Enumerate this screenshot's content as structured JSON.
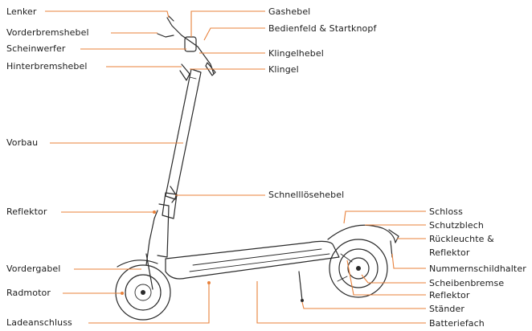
{
  "colors": {
    "leader": "#e8803a",
    "ink": "#2a2a2a",
    "text": "#1c1c1c"
  },
  "labels_left": {
    "lenker": "Lenker",
    "vorderbremshebel": "Vorderbremshebel",
    "scheinwerfer": "Scheinwerfer",
    "hinterbremshebel": "Hinterbremshebel",
    "vorbau": "Vorbau",
    "reflektor": "Reflektor",
    "vordergabel": "Vordergabel",
    "radmotor": "Radmotor",
    "ladeanschluss": "Ladeanschluss"
  },
  "labels_right": {
    "gashebel": "Gashebel",
    "bedienfeld": "Bedienfeld & Startknopf",
    "klingelhebel": "Klingelhebel",
    "klingel": "Klingel",
    "schnelllosehebel": "Schnelllösehebel",
    "schloss": "Schloss",
    "schutzblech": "Schutzblech",
    "rueckleuchte_1": "Rückleuchte &",
    "rueckleuchte_2": "Reflektor",
    "nummernschildhalter": "Nummernschildhalter",
    "scheibenbremse": "Scheibenbremse",
    "reflektor_hinten": "Reflektor",
    "staender": "Ständer",
    "batteriefach": "Batteriefach"
  }
}
